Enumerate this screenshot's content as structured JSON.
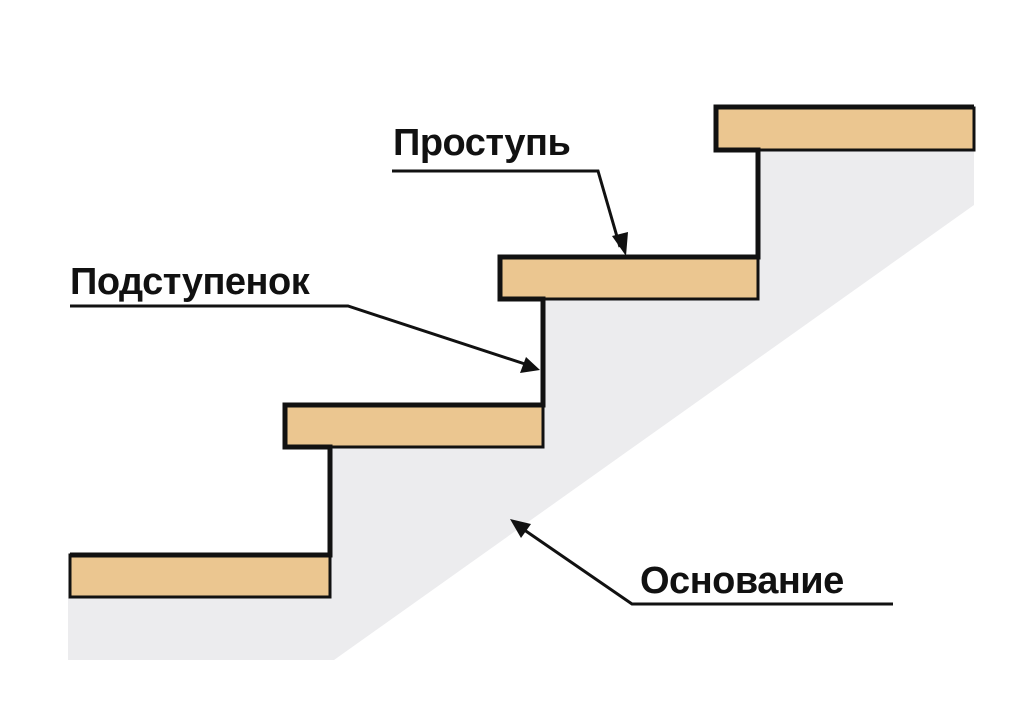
{
  "labels": {
    "tread": "Проступь",
    "riser": "Подступенок",
    "base": "Основание"
  },
  "colors": {
    "tread_fill": "#ebc690",
    "base_fill": "#ececee",
    "outline": "#111111",
    "background": "#ffffff"
  }
}
